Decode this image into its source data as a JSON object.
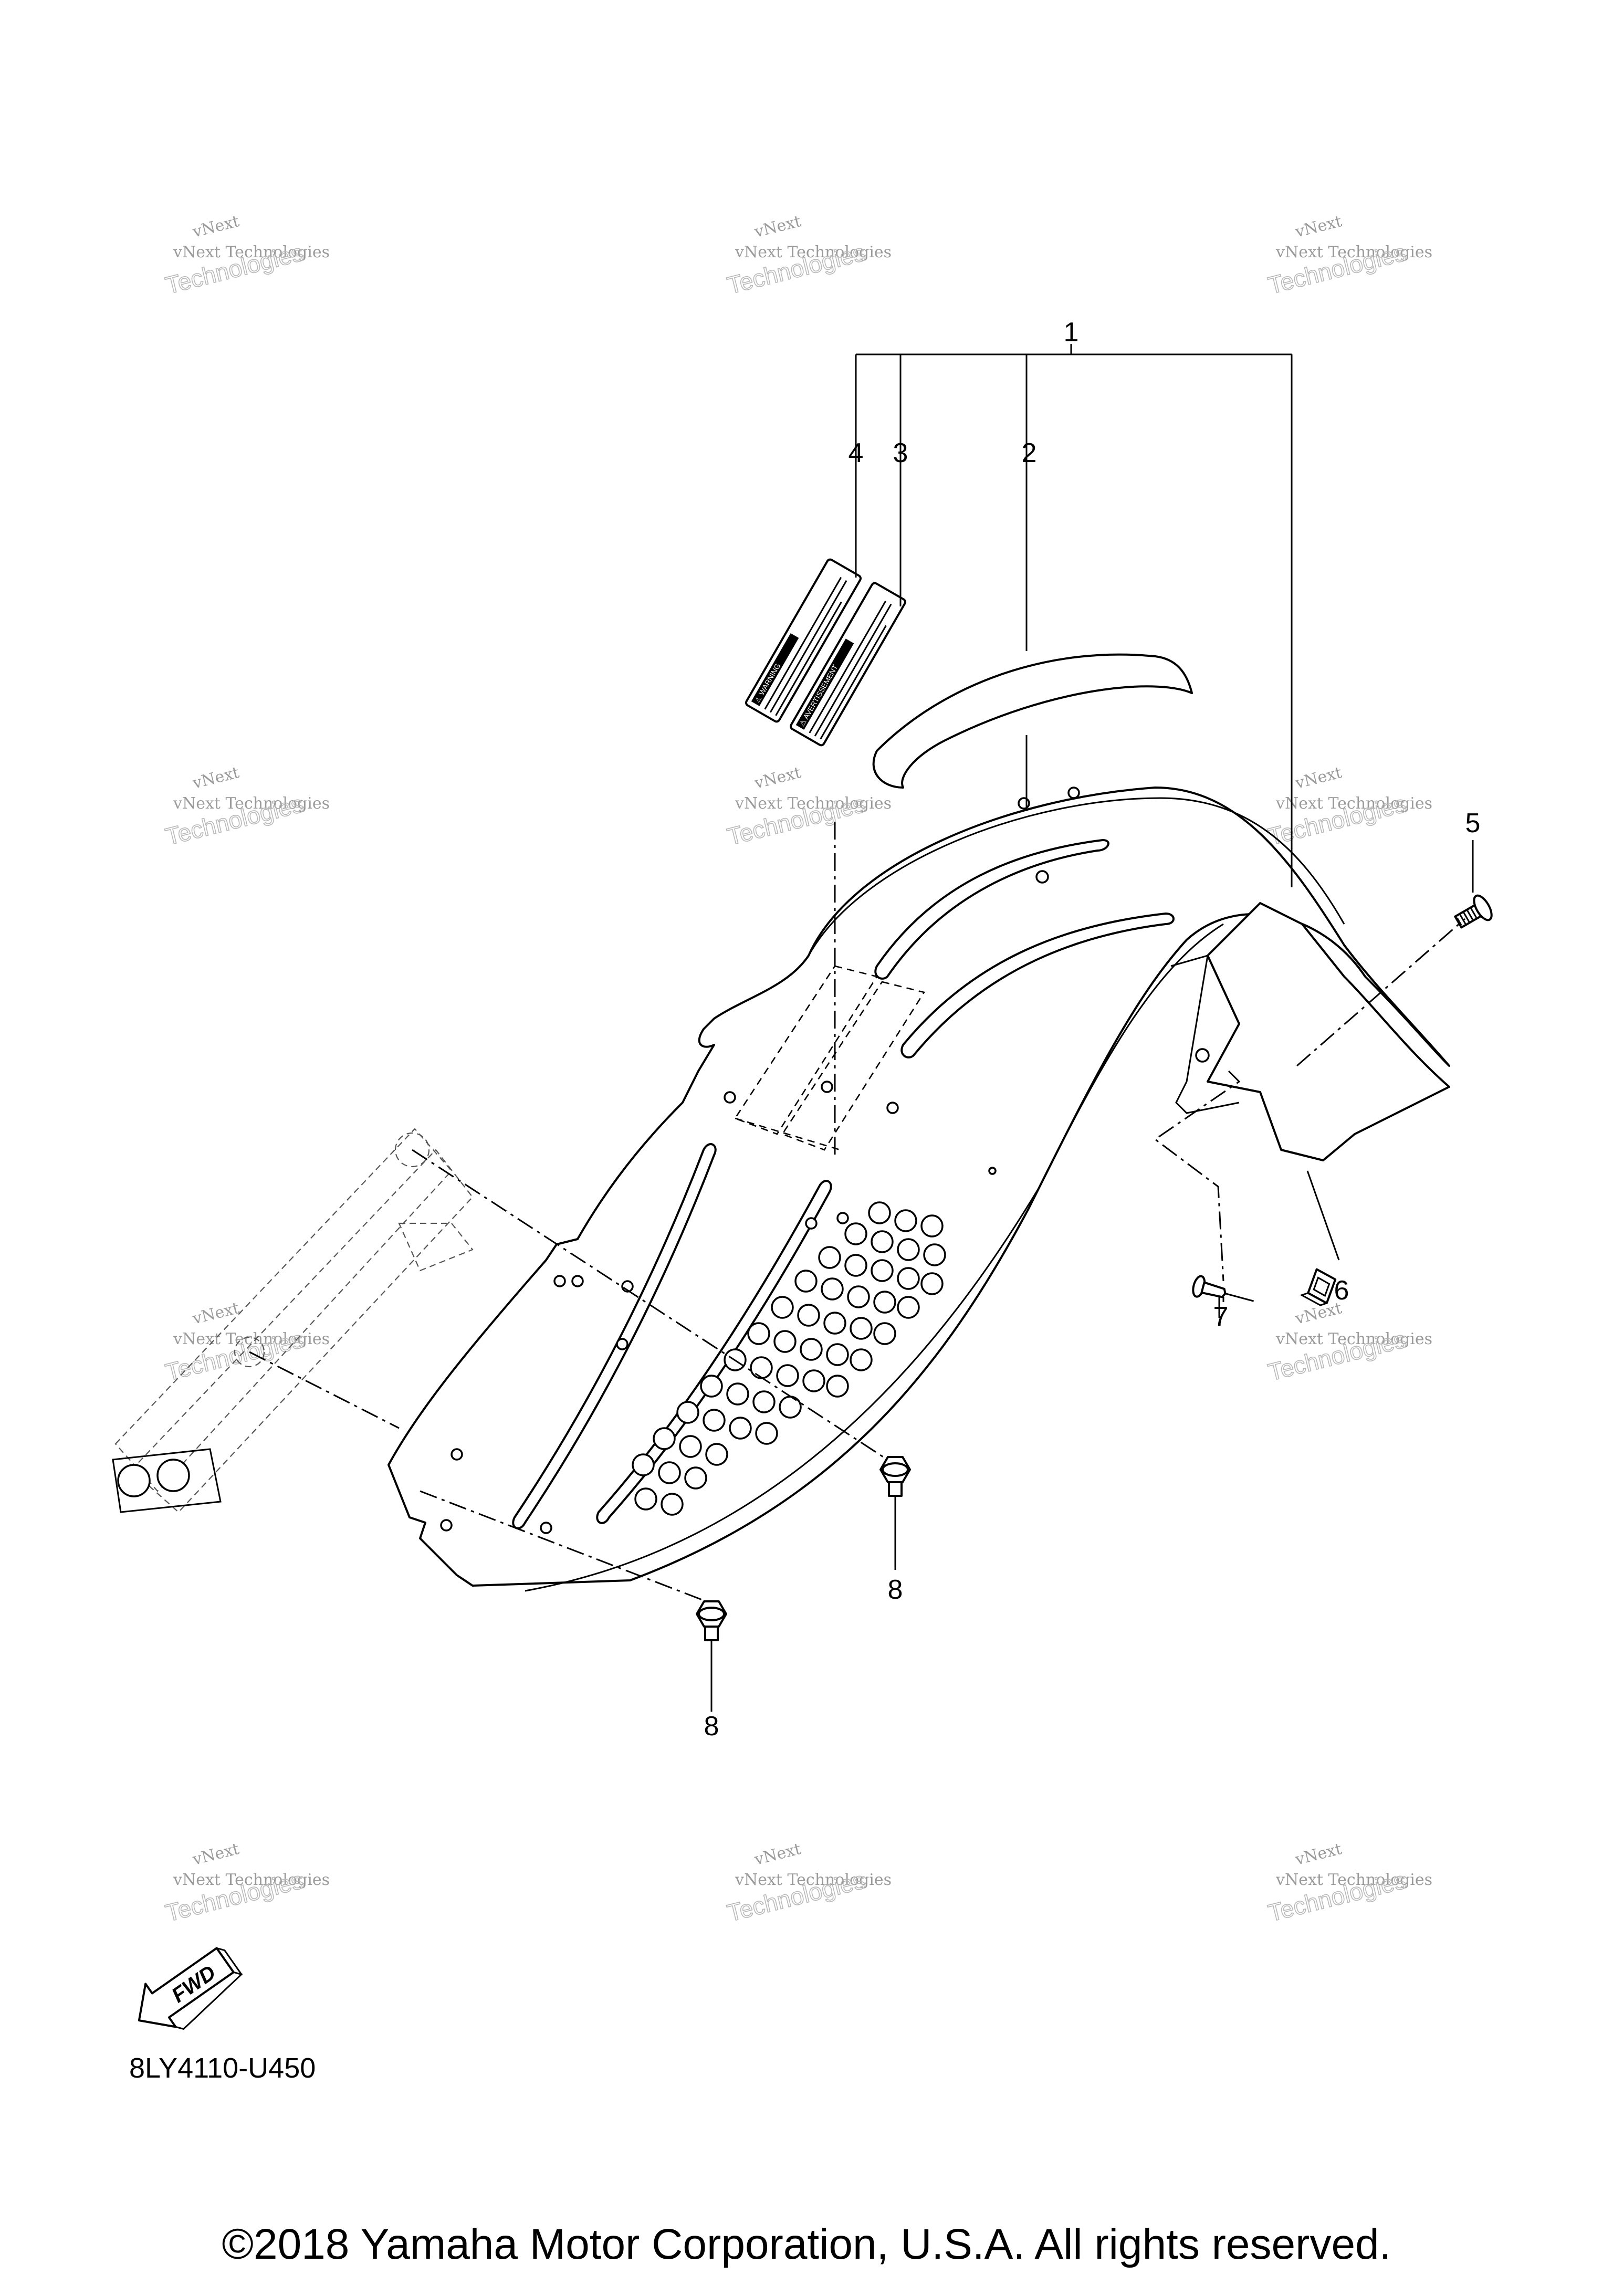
{
  "diagram": {
    "code": "8LY4110-U450",
    "copyright": "©2018 Yamaha Motor Corporation, U.S.A. All rights reserved.",
    "fwd_label": "FWD",
    "callouts": [
      "1",
      "2",
      "3",
      "4",
      "5",
      "6",
      "7",
      "8",
      "8"
    ],
    "decal_text": [
      "⚠ WARNING",
      "⚠ AVERTISSEMENT"
    ]
  },
  "watermark": {
    "line1": "vNext",
    "line2": "vNext Technologies",
    "line3": "Technologies"
  }
}
